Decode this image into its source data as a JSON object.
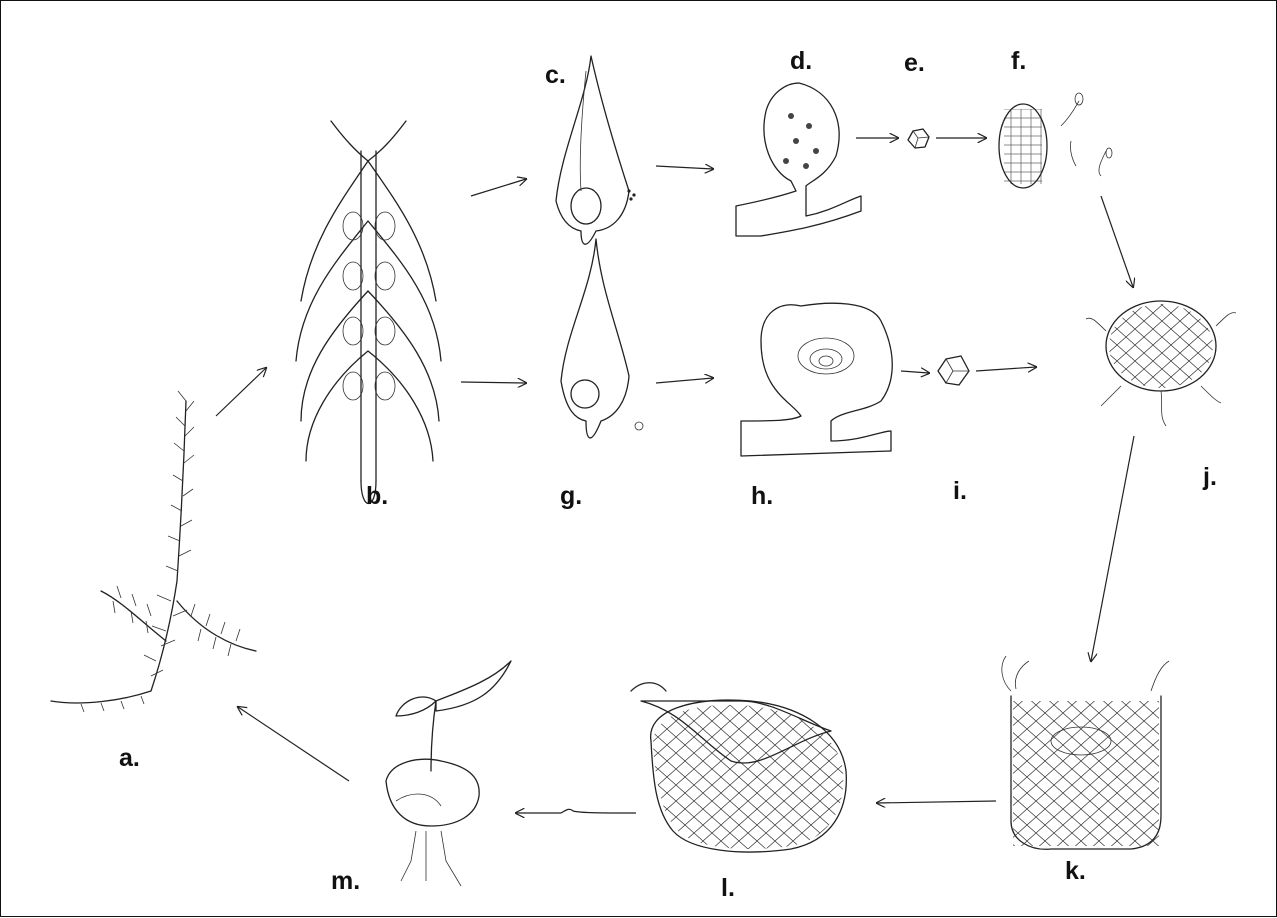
{
  "diagram": {
    "labels": {
      "a": "a.",
      "b": "b.",
      "c": "c.",
      "d": "d.",
      "e": "e.",
      "f": "f.",
      "g": "g.",
      "h": "h.",
      "i": "i.",
      "j": "j.",
      "k": "k.",
      "l": "l.",
      "m": "m."
    }
  }
}
